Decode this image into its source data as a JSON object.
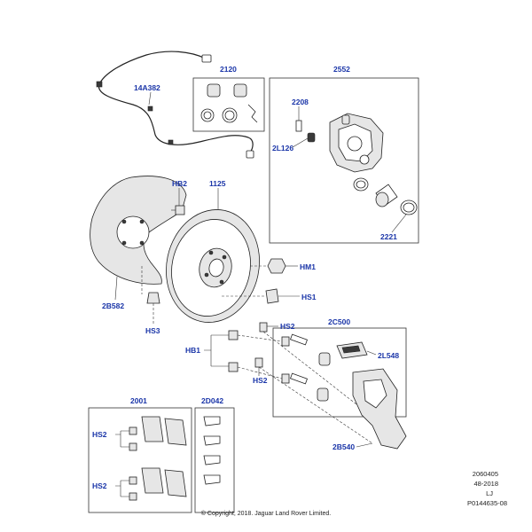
{
  "labels": {
    "l2120": "2120",
    "l2552": "2552",
    "l14a382": "14A382",
    "l2208": "2208",
    "l2l126": "2L126",
    "lhb2": "HB2",
    "l1125": "1125",
    "l2b582": "2B582",
    "lhs3": "HS3",
    "lhm1": "HM1",
    "lhs1": "HS1",
    "l2221": "2221",
    "lhs2a": "HS2",
    "l2c500": "2C500",
    "lhb1": "HB1",
    "lhs2b": "HS2",
    "l2l548": "2L548",
    "l2001": "2001",
    "l2d042": "2D042",
    "lhs2c": "HS2",
    "lhs2d": "HS2",
    "l2b540": "2B540"
  },
  "reference": {
    "line1": "2060405",
    "line2": "48-2018",
    "line3": "LJ",
    "line4": "P0144635-08"
  },
  "copyright": "© Copyright, 2018. Jaguar Land Rover Limited."
}
